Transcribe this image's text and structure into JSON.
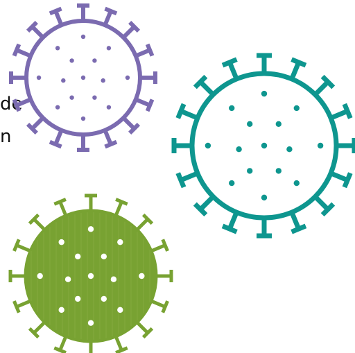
{
  "text_fragments": {
    "line_1": "de",
    "line_2": "n"
  },
  "viruses": [
    {
      "name": "purple-virus",
      "color": "#7b6bb0",
      "style": "outline"
    },
    {
      "name": "teal-virus",
      "color": "#0e968f",
      "style": "outline"
    },
    {
      "name": "green-virus",
      "color": "#78a232",
      "style": "filled"
    }
  ],
  "colors": {
    "background": "#ffffff",
    "dot_on_fill": "#ffffff"
  }
}
